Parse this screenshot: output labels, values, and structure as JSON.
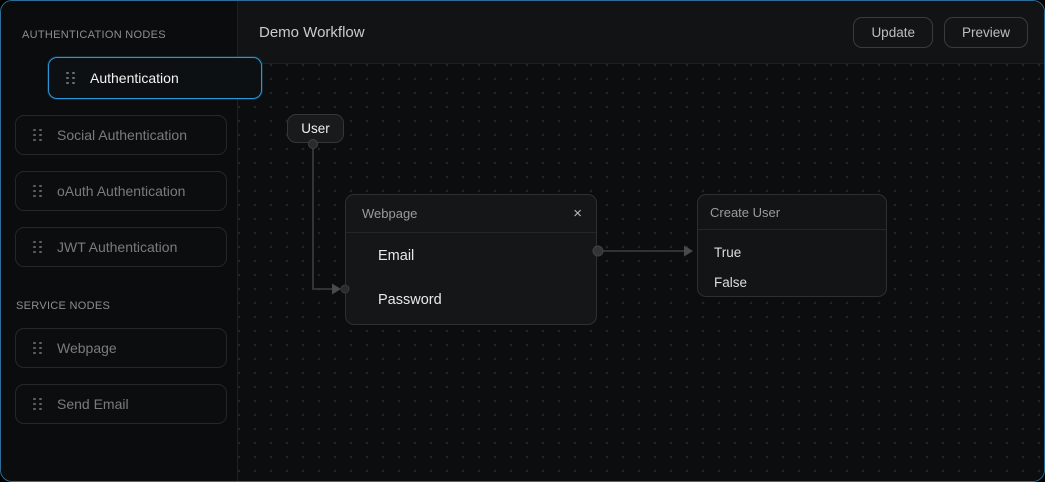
{
  "sidebar": {
    "sections": [
      {
        "label": "AUTHENTICATION NODES",
        "items": [
          {
            "label": "Authentication",
            "selected": true
          },
          {
            "label": "Social Authentication",
            "selected": false
          },
          {
            "label": "oAuth Authentication",
            "selected": false
          },
          {
            "label": "JWT Authentication",
            "selected": false
          }
        ]
      },
      {
        "label": "SERVICE NODES",
        "items": [
          {
            "label": "Webpage",
            "selected": false
          },
          {
            "label": "Send Email",
            "selected": false
          }
        ]
      }
    ]
  },
  "topbar": {
    "title": "Demo Workflow",
    "update_label": "Update",
    "preview_label": "Preview"
  },
  "canvas": {
    "nodes": {
      "user": {
        "title": "User"
      },
      "webpage": {
        "title": "Webpage",
        "close_icon": "×",
        "fields": [
          "Email",
          "Password"
        ]
      },
      "create_user": {
        "title": "Create User",
        "outputs": [
          "True",
          "False"
        ]
      }
    },
    "edges": [
      {
        "from": "User",
        "to": "Webpage"
      },
      {
        "from": "Webpage",
        "to": "Create User"
      }
    ]
  },
  "colors": {
    "accent_blue": "#2b96d9",
    "window_border": "#2c6e97",
    "edge_line": "#3e3e3e",
    "canvas_bg": "#0c0d0e"
  }
}
